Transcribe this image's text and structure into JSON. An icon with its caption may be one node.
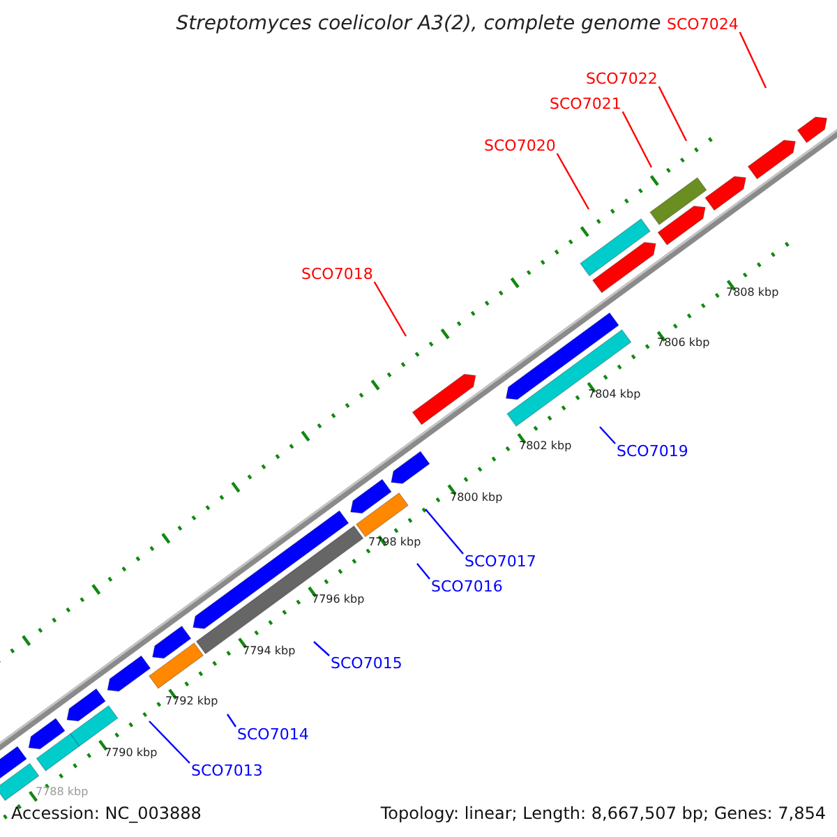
{
  "diagram": {
    "title": "Streptomyces coelicolor A3(2), complete genome",
    "nodes": [
      {
        "text": [
          "SCO7024"
        ]
      },
      {
        "text": [
          "SCO7022"
        ]
      },
      {
        "text": [
          "SCO7021"
        ]
      },
      {
        "text": [
          "SCO7020"
        ]
      },
      {
        "text": [
          "SCO7018"
        ]
      },
      {
        "text": [
          "SCO7019"
        ]
      },
      {
        "text": [
          "SCO7017"
        ]
      },
      {
        "text": [
          "SCO7016"
        ]
      },
      {
        "text": [
          "SCO7015"
        ]
      },
      {
        "text": [
          "SCO7014"
        ]
      },
      {
        "text": [
          "SCO7013"
        ]
      }
    ],
    "edges": [
      {
        "from": 0,
        "to": null,
        "arrow": "none",
        "color": "#ff0000"
      },
      {
        "from": 1,
        "to": null,
        "arrow": "none",
        "color": "#ff0000"
      },
      {
        "from": 2,
        "to": null,
        "arrow": "none",
        "color": "#ff0000"
      },
      {
        "from": 3,
        "to": null,
        "arrow": "none",
        "color": "#ff0000"
      },
      {
        "from": 4,
        "to": null,
        "arrow": "none",
        "color": "#ff0000"
      },
      {
        "from": 5,
        "to": null,
        "arrow": "none",
        "color": "#0000ff"
      },
      {
        "from": 6,
        "to": null,
        "arrow": "none",
        "color": "#0000ff"
      },
      {
        "from": 7,
        "to": null,
        "arrow": "none",
        "color": "#0000ff"
      },
      {
        "from": 8,
        "to": null,
        "arrow": "none",
        "color": "#0000ff"
      },
      {
        "from": 9,
        "to": null,
        "arrow": "none",
        "color": "#0000ff"
      },
      {
        "from": 10,
        "to": null,
        "arrow": "none",
        "color": "#0000ff"
      }
    ],
    "labels": [
      "7808 kbp",
      "7806 kbp",
      "7804 kbp",
      "7802 kbp",
      "7800 kbp",
      "7798 kbp",
      "7796 kbp",
      "7794 kbp",
      "7792 kbp",
      "7790 kbp",
      "7788 kbp",
      "Accession: NC_003888",
      "Topology: linear; Length: 8,667,507 bp; Genes: 7,854"
    ]
  }
}
